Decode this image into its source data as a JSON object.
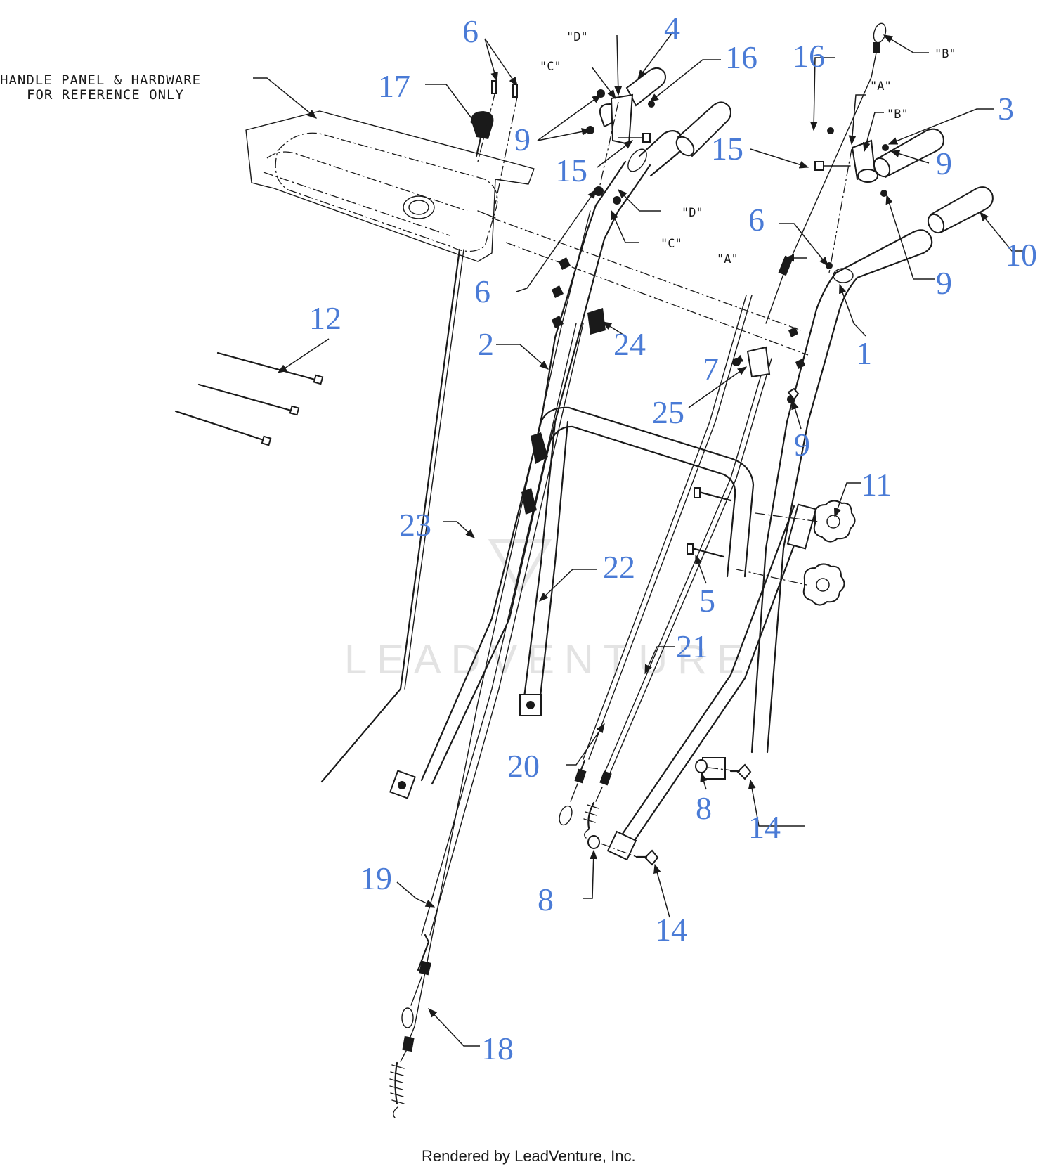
{
  "note": {
    "line1": "HANDLE PANEL & HARDWARE",
    "line2": "FOR REFERENCE ONLY"
  },
  "watermark": "LEADVENTURE",
  "credit": "Rendered by LeadVenture, Inc.",
  "callouts": [
    {
      "id": "c1",
      "label": "1"
    },
    {
      "id": "c2",
      "label": "2"
    },
    {
      "id": "c3",
      "label": "3"
    },
    {
      "id": "c4",
      "label": "4"
    },
    {
      "id": "c5",
      "label": "5"
    },
    {
      "id": "c6a",
      "label": "6"
    },
    {
      "id": "c6b",
      "label": "6"
    },
    {
      "id": "c6c",
      "label": "6"
    },
    {
      "id": "c7",
      "label": "7"
    },
    {
      "id": "c8a",
      "label": "8"
    },
    {
      "id": "c8b",
      "label": "8"
    },
    {
      "id": "c9a",
      "label": "9"
    },
    {
      "id": "c9b",
      "label": "9"
    },
    {
      "id": "c9c",
      "label": "9"
    },
    {
      "id": "c9d",
      "label": "9"
    },
    {
      "id": "c10",
      "label": "10"
    },
    {
      "id": "c11",
      "label": "11"
    },
    {
      "id": "c12",
      "label": "12"
    },
    {
      "id": "c14a",
      "label": "14"
    },
    {
      "id": "c14b",
      "label": "14"
    },
    {
      "id": "c15a",
      "label": "15"
    },
    {
      "id": "c15b",
      "label": "15"
    },
    {
      "id": "c16a",
      "label": "16"
    },
    {
      "id": "c16b",
      "label": "16"
    },
    {
      "id": "c17",
      "label": "17"
    },
    {
      "id": "c18",
      "label": "18"
    },
    {
      "id": "c19",
      "label": "19"
    },
    {
      "id": "c20",
      "label": "20"
    },
    {
      "id": "c21",
      "label": "21"
    },
    {
      "id": "c22",
      "label": "22"
    },
    {
      "id": "c23",
      "label": "23"
    },
    {
      "id": "c24",
      "label": "24"
    },
    {
      "id": "c25",
      "label": "25"
    }
  ],
  "refs": {
    "A": "\"A\"",
    "B": "\"B\"",
    "C": "\"C\"",
    "D": "\"D\""
  }
}
